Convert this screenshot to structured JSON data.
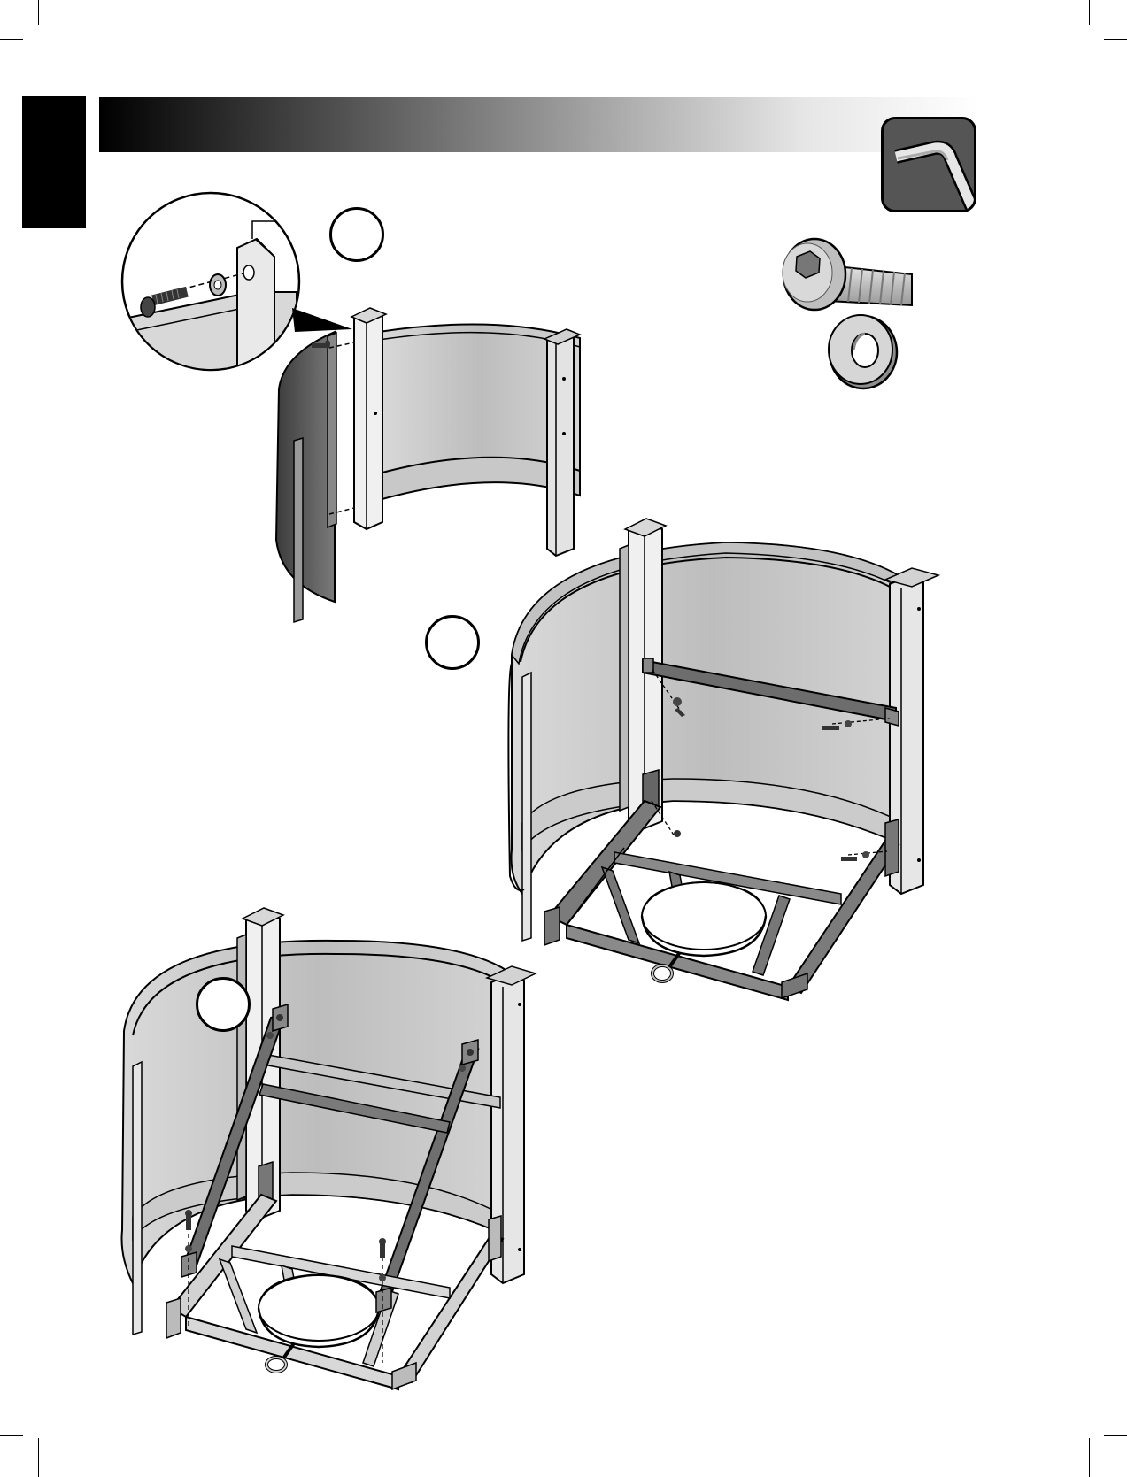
{
  "page": {
    "header_text": "",
    "footer_text": ""
  },
  "steps": [
    {
      "id": "step-1",
      "label": ""
    },
    {
      "id": "step-2",
      "label": ""
    },
    {
      "id": "step-3",
      "label": ""
    }
  ],
  "hardware": {
    "tool_icon": "hex-key-icon",
    "bolt_icon": "button-head-bolt-icon",
    "washer_icon": "washer-icon"
  },
  "colors": {
    "header_dark": "#000000",
    "panel_fill": "#d0d0d0",
    "panel_dark": "#6e6e6e",
    "frame_fill": "#8a8a8a",
    "tool_box_fill": "#555555"
  }
}
